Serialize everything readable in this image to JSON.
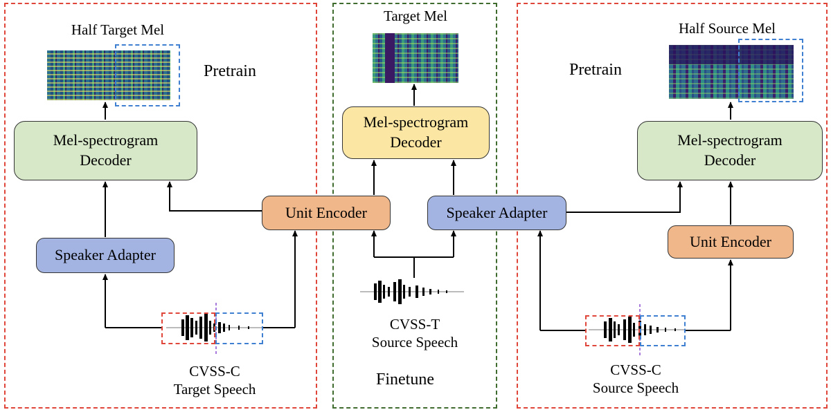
{
  "panels": {
    "left": {
      "mel_label": "Half Target Mel",
      "title": "Pretrain",
      "decoder": "Mel-spectrogram\nDecoder",
      "adapter": "Speaker Adapter",
      "input_label": "CVSS-C\nTarget Speech"
    },
    "middle": {
      "mel_label": "Target Mel",
      "decoder": "Mel-spectrogram\nDecoder",
      "input_label": "CVSS-T\nSource Speech",
      "title": "Finetune"
    },
    "right": {
      "mel_label": "Half Source Mel",
      "title": "Pretrain",
      "decoder": "Mel-spectrogram\nDecoder",
      "encoder": "Unit Encoder",
      "input_label": "CVSS-C\nSource Speech"
    }
  },
  "shared": {
    "unit_encoder": "Unit Encoder",
    "speaker_adapter": "Speaker Adapter"
  },
  "colors": {
    "pretrain_frame": "#e0453a",
    "finetune_frame": "#3f6b2f",
    "highlight_box": "#3f7fd1",
    "decoder_pretrain": "#d6e8c7",
    "decoder_finetune": "#fbe7a3",
    "encoder": "#f0b78b",
    "adapter": "#a3b4e3",
    "split_line": "#8a4fd0"
  }
}
